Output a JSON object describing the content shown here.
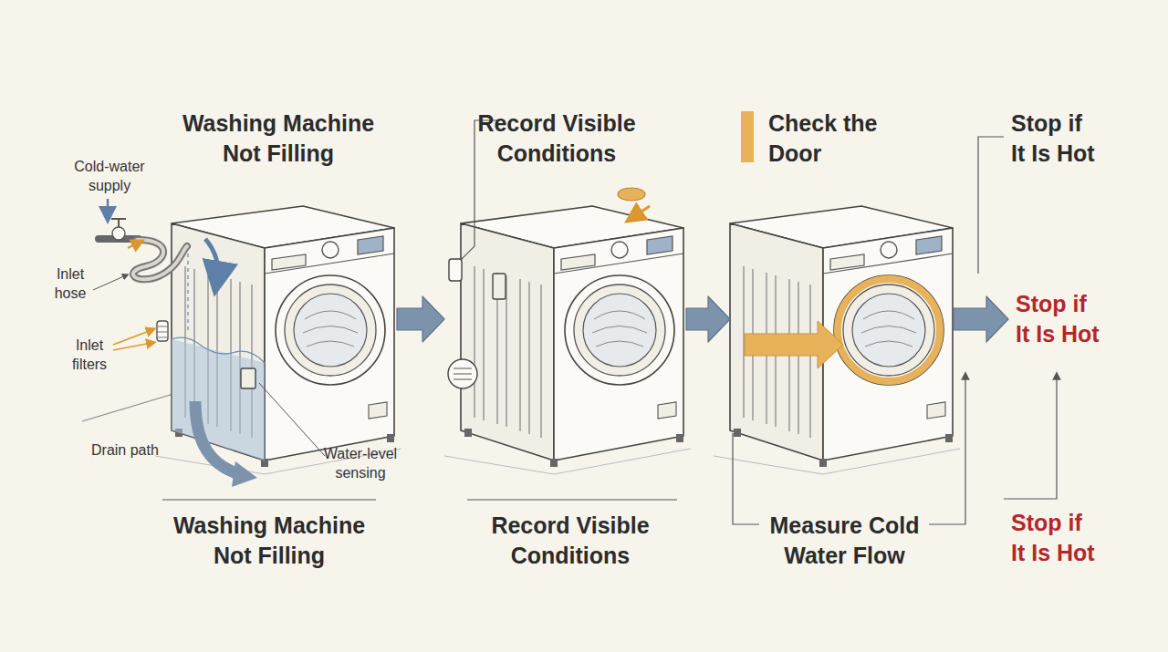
{
  "diagram": {
    "nodes": [
      {
        "text": [
          "Washing Machine Not Filling",
          "Washing Machine Not Filling"
        ]
      },
      {
        "text": [
          "Record Visible Conditions",
          "Record Visible Conditions"
        ]
      },
      {
        "text": [
          "Check the Door",
          "Measure Cold Water Flow"
        ]
      },
      {
        "text": [
          "Stop if It Is Hot"
        ]
      }
    ],
    "edges": [
      {
        "from": 0,
        "to": 1,
        "arrow": "to"
      },
      {
        "from": 1,
        "to": 2,
        "arrow": "to"
      },
      {
        "from": 2,
        "to": 3,
        "arrow": "to"
      }
    ],
    "labels": [
      "Cold-water supply",
      "Inlet hose",
      "Inlet filters",
      "Drain path",
      "Water-level sensing",
      "Stop if It Is Hot",
      "Stop if It Is Hot"
    ]
  }
}
